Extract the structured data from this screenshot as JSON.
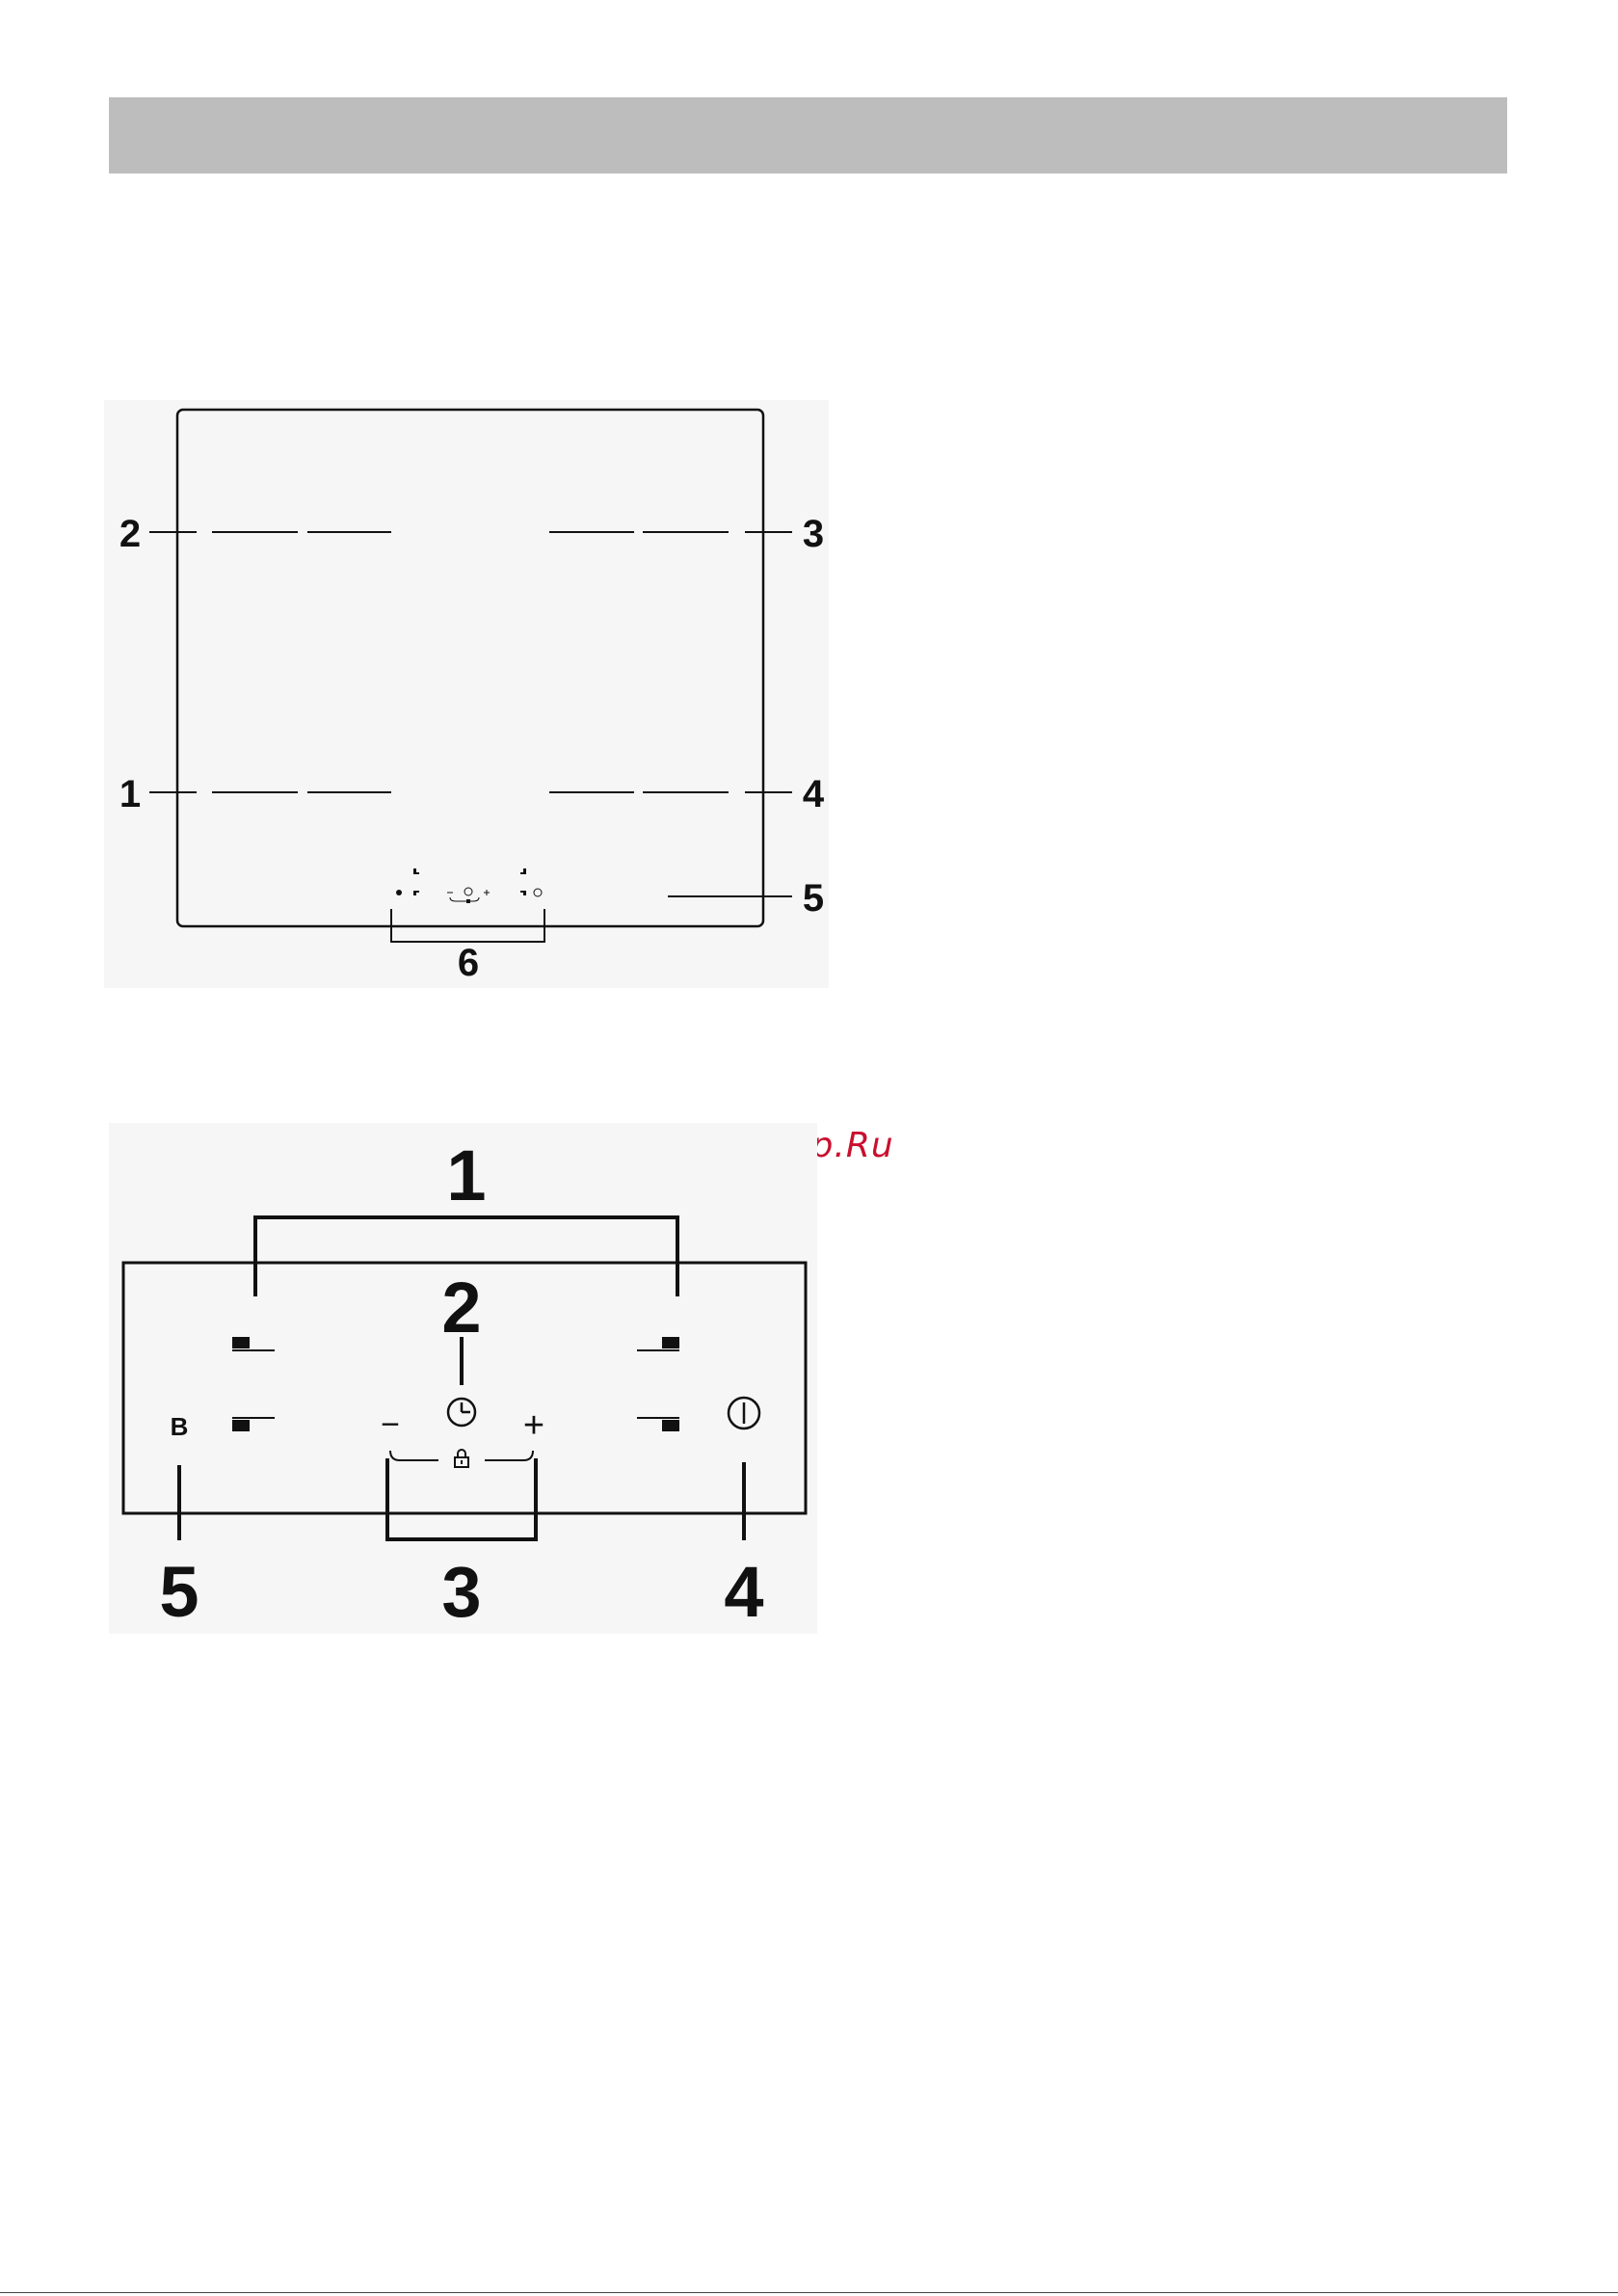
{
  "hob_diagram": {
    "callouts": [
      "1",
      "2",
      "3",
      "4",
      "5",
      "6"
    ]
  },
  "panel_diagram": {
    "callouts": [
      "1",
      "2",
      "3",
      "4",
      "5"
    ],
    "symbols": {
      "booster": "B",
      "minus": "−",
      "plus": "+"
    },
    "icons": [
      "zone-select-icon",
      "timer-icon",
      "lock-icon",
      "power-icon"
    ]
  },
  "watermark": "McGrp.Ru",
  "colors": {
    "header_bar": "#bdbdbd",
    "watermark": "#c8102e",
    "line": "#111111"
  }
}
